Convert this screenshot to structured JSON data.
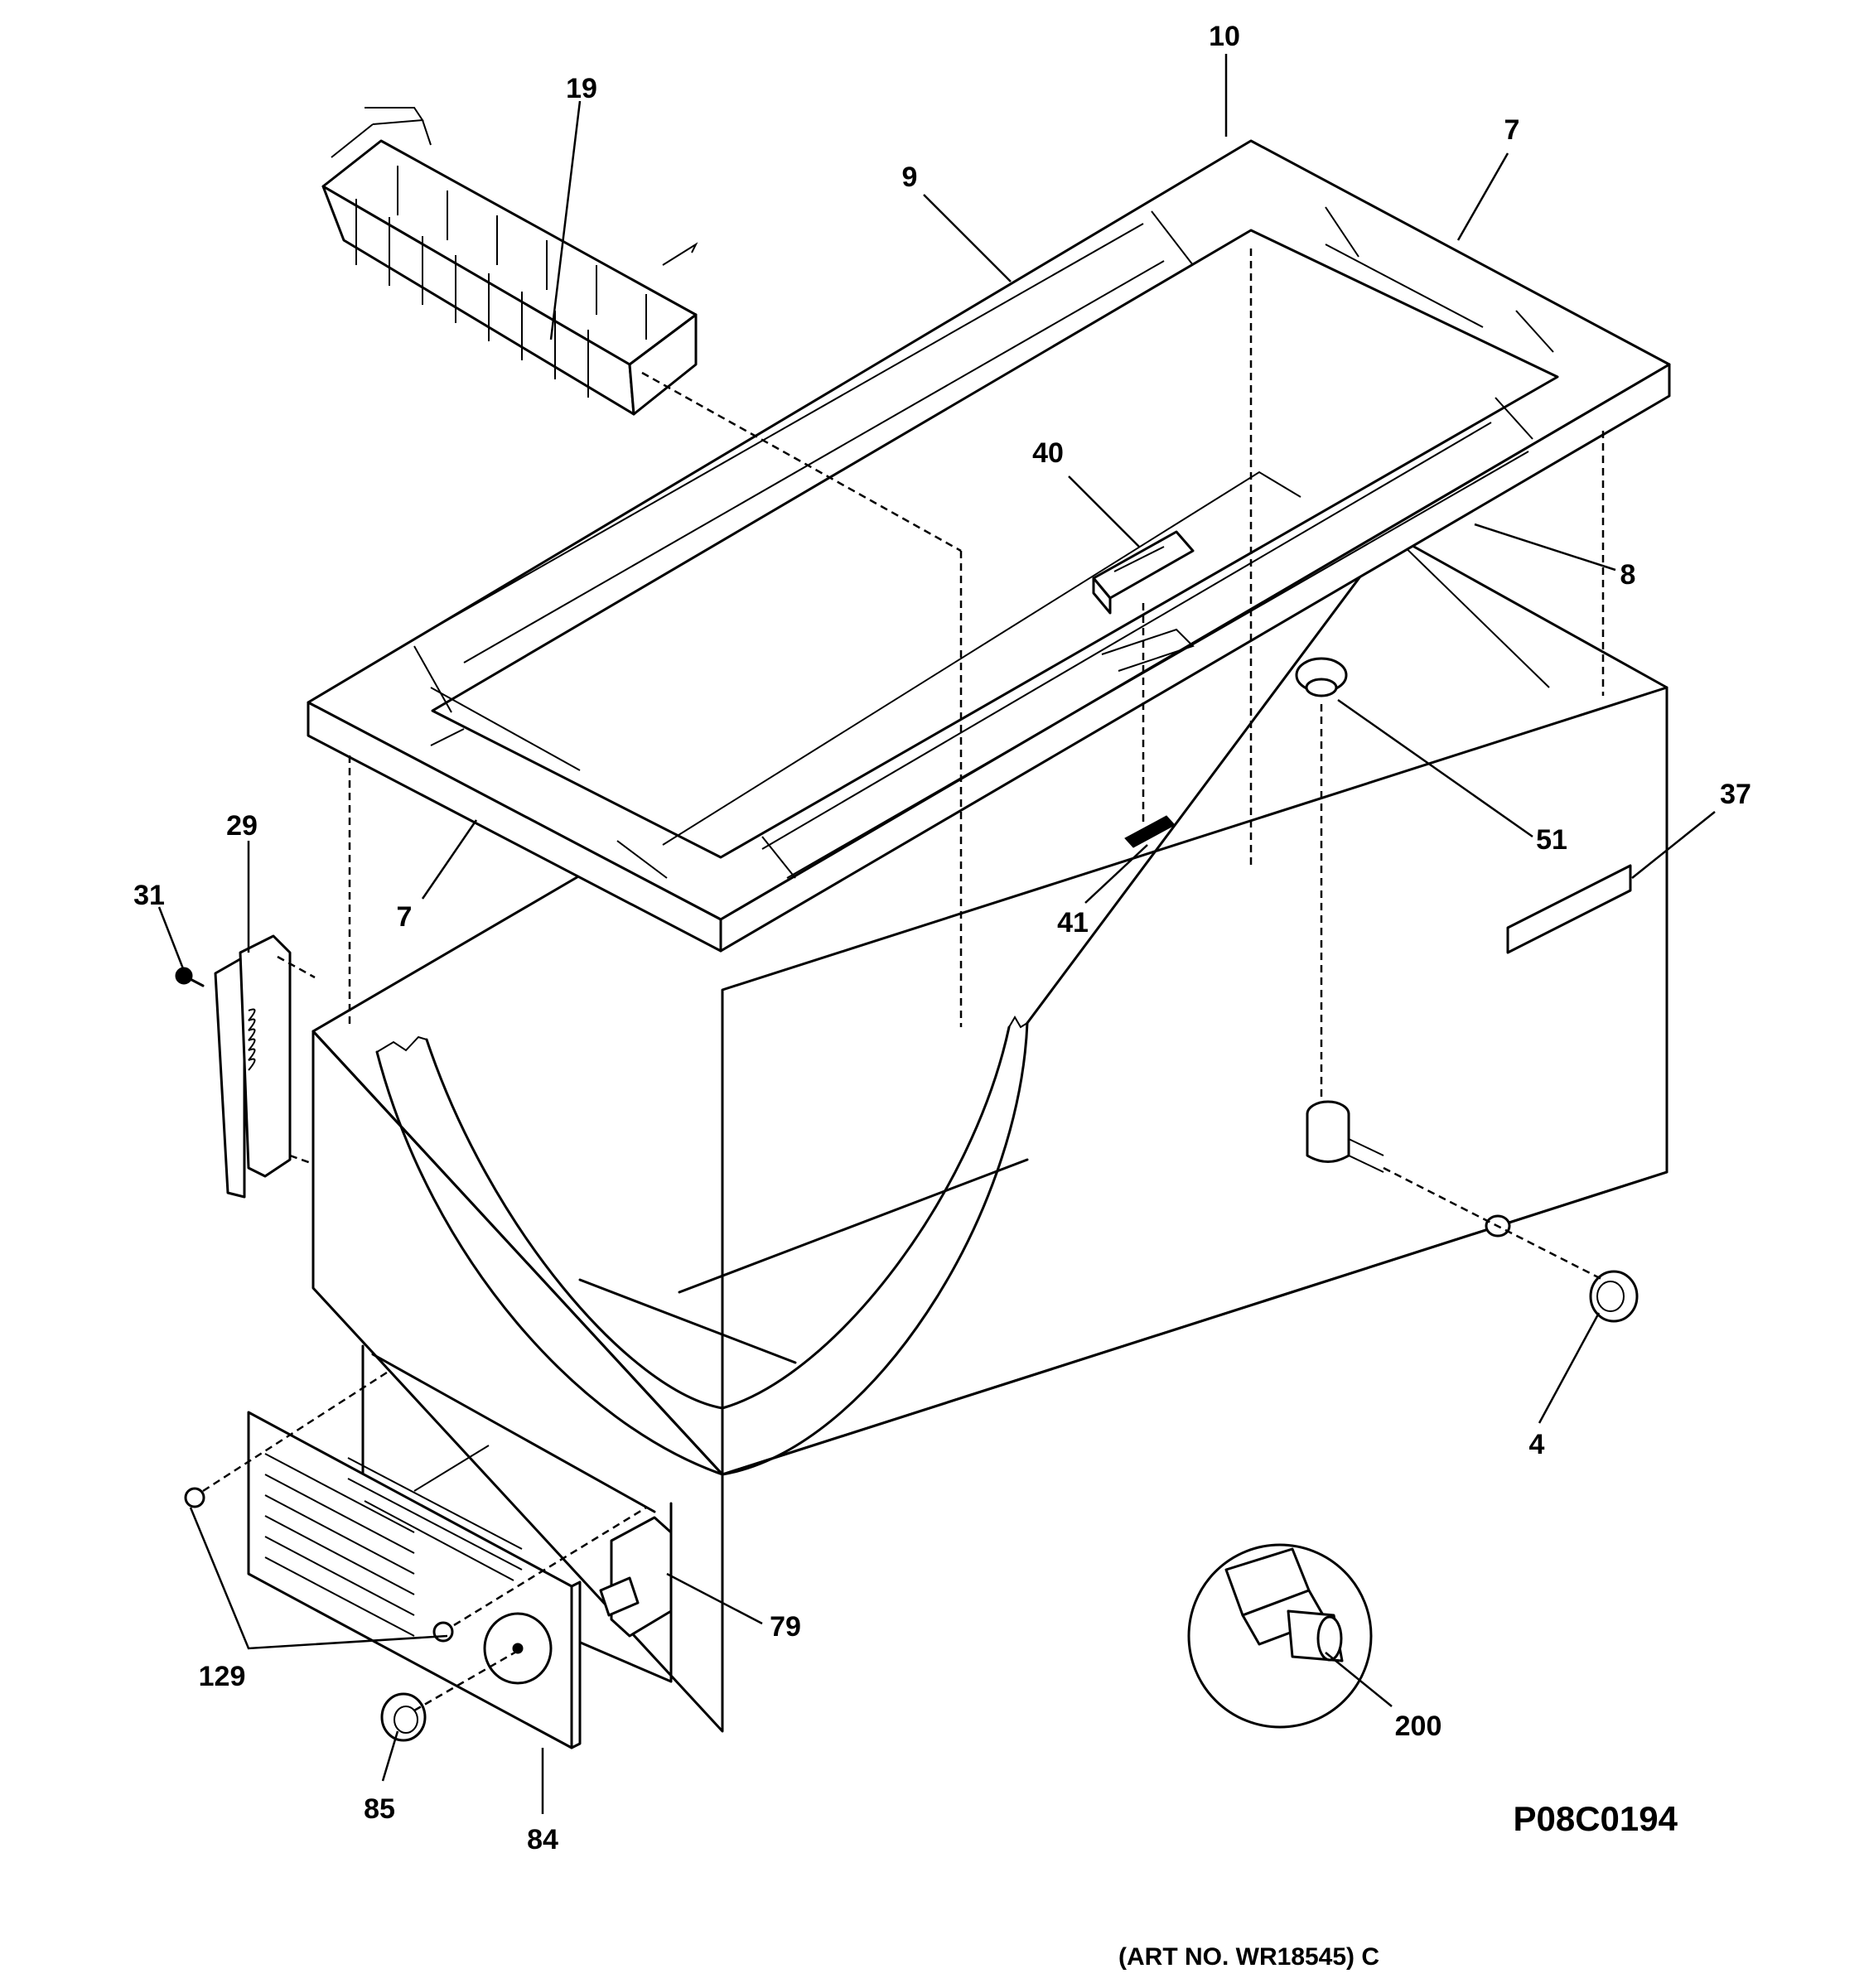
{
  "callouts": [
    {
      "id": "10",
      "text": "10"
    },
    {
      "id": "19",
      "text": "19"
    },
    {
      "id": "7-top",
      "text": "7"
    },
    {
      "id": "9",
      "text": "9"
    },
    {
      "id": "40",
      "text": "40"
    },
    {
      "id": "8",
      "text": "8"
    },
    {
      "id": "37",
      "text": "37"
    },
    {
      "id": "51",
      "text": "51"
    },
    {
      "id": "29",
      "text": "29"
    },
    {
      "id": "31",
      "text": "31"
    },
    {
      "id": "7-left",
      "text": "7"
    },
    {
      "id": "41",
      "text": "41"
    },
    {
      "id": "4",
      "text": "4"
    },
    {
      "id": "79",
      "text": "79"
    },
    {
      "id": "129",
      "text": "129"
    },
    {
      "id": "200",
      "text": "200"
    },
    {
      "id": "85",
      "text": "85"
    },
    {
      "id": "84",
      "text": "84"
    }
  ],
  "drawing_code": "P08C0194",
  "art_number": "(ART NO. WR18545) C"
}
